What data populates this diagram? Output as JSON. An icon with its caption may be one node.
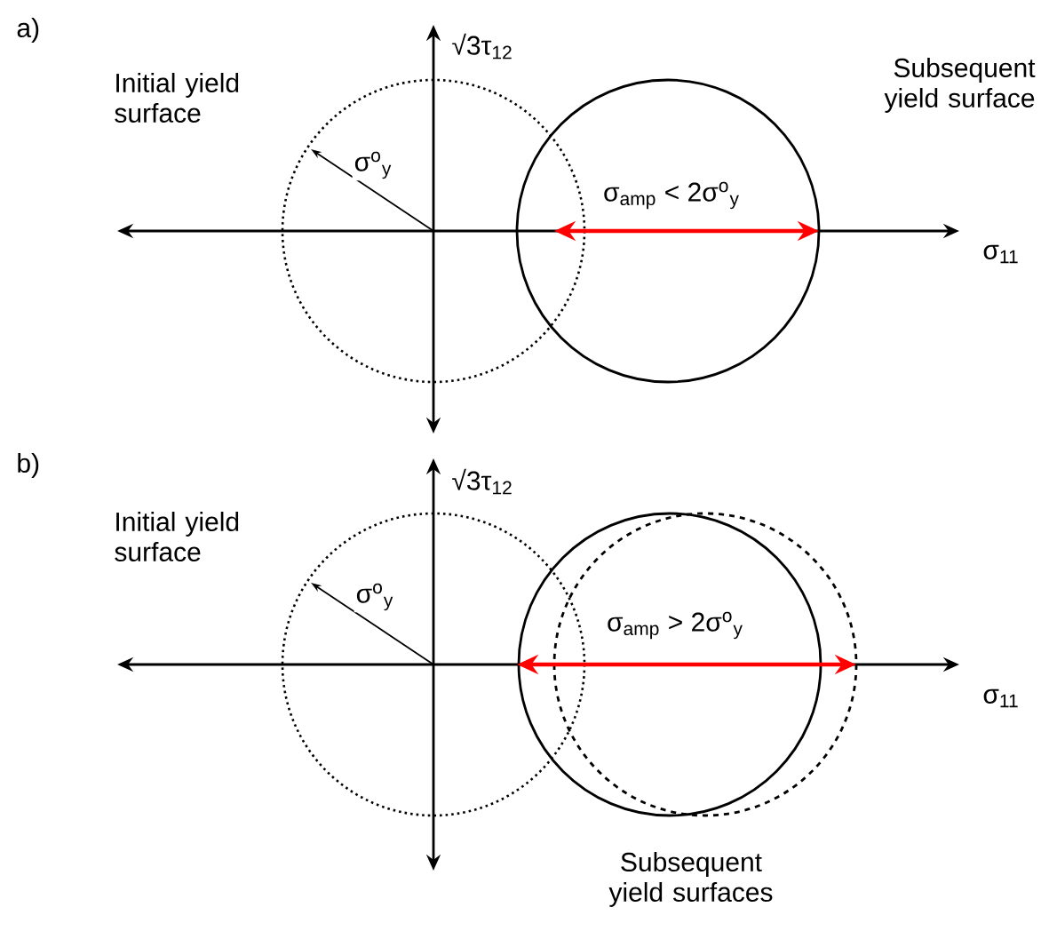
{
  "diagram": {
    "labels": [
      "a)",
      "√3τ$_{12}$",
      "Initial yield surface",
      "Subsequent yield surface",
      "σ$^{o}$$_{y}$",
      "σ$_{amp}$ < 2σ$^{o}$$_{y}$",
      "σ$_{11}$",
      "b)",
      "√3τ$_{12}$",
      "Initial yield surface",
      "σ$^{o}$$_{y}$",
      "σ$_{amp}$ > 2σ$^{o}$$_{y}$",
      "σ$_{11}$",
      "Subsequent yield surfaces"
    ]
  }
}
